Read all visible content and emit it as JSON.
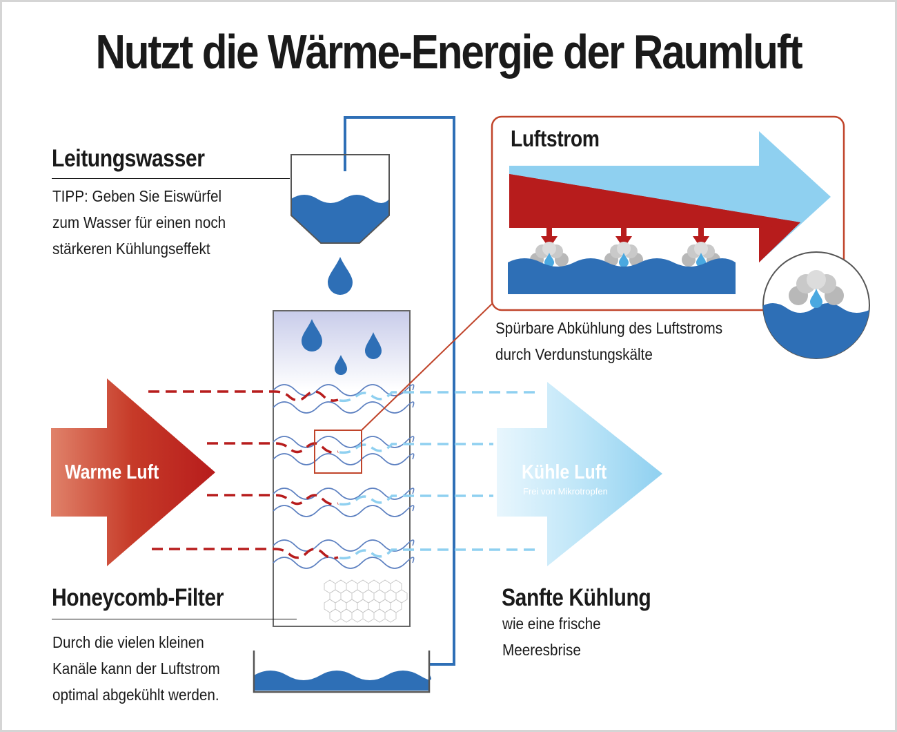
{
  "title": "Nutzt die Wärme-Energie der Raumluft",
  "tap_water": {
    "heading": "Leitungswasser",
    "tip_lines": [
      "TIPP: Geben Sie Eiswürfel",
      "zum Wasser für einen noch",
      "stärkeren Kühlungseffekt"
    ]
  },
  "airflow_inset": {
    "heading": "Luftstrom",
    "caption_lines": [
      "Spürbare Abkühlung des Luftstroms",
      "durch Verdunstungskälte"
    ]
  },
  "warm_air": {
    "label": "Warme Luft"
  },
  "cool_air": {
    "label": "Kühle Luft",
    "sublabel": "Frei von Mikrotropfen"
  },
  "honeycomb": {
    "heading": "Honeycomb-Filter",
    "desc_lines": [
      "Durch die vielen kleinen",
      "Kanäle kann der Luftstrom",
      "optimal abgekühlt werden."
    ]
  },
  "gentle_cooling": {
    "heading": "Sanfte Kühlung",
    "desc_lines": [
      "wie eine frische",
      "Meeresbrise"
    ]
  },
  "colors": {
    "water_blue": "#2e6fb6",
    "warm_red": "#b71c1c",
    "cool_blue": "#8fd0f0",
    "inset_border": "#c0442a"
  }
}
